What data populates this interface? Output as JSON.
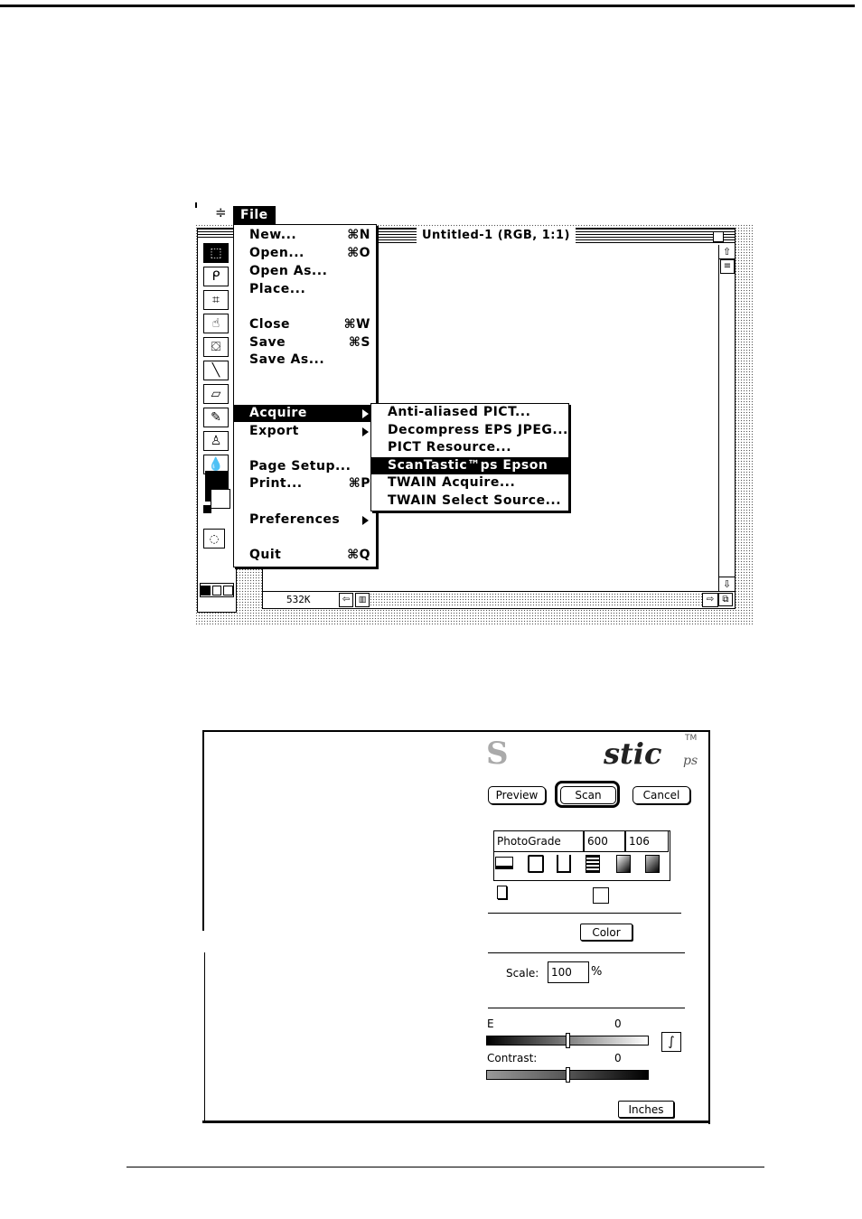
{
  "menubar": {
    "file_label": "File"
  },
  "file_menu": [
    {
      "label": "New...",
      "shortcut": "⌘N"
    },
    {
      "label": "Open...",
      "shortcut": "⌘O"
    },
    {
      "label": "Open As...",
      "shortcut": ""
    },
    {
      "label": "Place...",
      "shortcut": ""
    },
    {
      "label": "Close",
      "shortcut": "⌘W"
    },
    {
      "label": "Save",
      "shortcut": "⌘S"
    },
    {
      "label": "Save As...",
      "shortcut": ""
    },
    {
      "label": "Acquire",
      "shortcut": ""
    },
    {
      "label": "Export",
      "shortcut": ""
    },
    {
      "label": "Page Setup...",
      "shortcut": ""
    },
    {
      "label": "Print...",
      "shortcut": "⌘P"
    },
    {
      "label": "Preferences",
      "shortcut": ""
    },
    {
      "label": "Quit",
      "shortcut": "⌘Q"
    }
  ],
  "acquire_submenu": [
    "Anti-aliased PICT...",
    "Decompress EPS JPEG...",
    "PICT Resource...",
    "ScanTastic™ps Epson",
    "TWAIN Acquire...",
    "TWAIN Select Source..."
  ],
  "document": {
    "title": "Untitled-1 (RGB, 1:1)",
    "memory": "532K"
  },
  "tool_icons": [
    "marquee-icon",
    "lasso-icon",
    "crop-icon",
    "hand-icon",
    "paint-bucket-icon",
    "line-icon",
    "eraser-icon",
    "eyedropper-icon",
    "stamp-icon",
    "blur-icon"
  ],
  "scan_dialog": {
    "logo_left": "S",
    "logo_main": "stic",
    "logo_sub": "ps",
    "logo_tm": "TM",
    "preview_label": "Preview",
    "scan_label": "Scan",
    "cancel_label": "Cancel",
    "mode_value": "PhotoGrade",
    "resolution_value": "600",
    "third_value": "106",
    "color_label": "Color",
    "scale_label": "Scale:",
    "scale_value": "100",
    "scale_unit": "%",
    "brightness_label": "E",
    "brightness_value": "0",
    "contrast_label": "Contrast:",
    "contrast_value": "0",
    "brightness_level": 0.5,
    "contrast_level": 0.5,
    "units_label": "Inches"
  }
}
